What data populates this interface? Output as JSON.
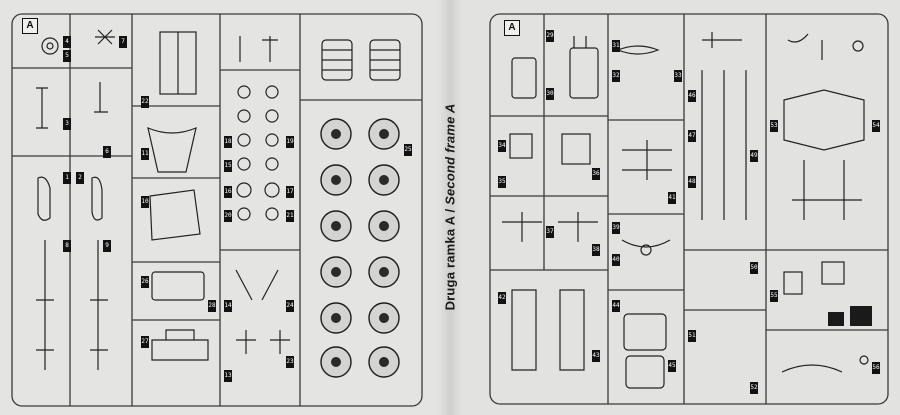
{
  "caption": {
    "polish": "Druga ramka A",
    "separator": " / ",
    "english": "Second frame A"
  },
  "frames": {
    "left_letter": "A",
    "right_letter": "A"
  },
  "part_numbers_left": [
    "4",
    "5",
    "7",
    "1",
    "2",
    "3",
    "6",
    "8",
    "9",
    "10",
    "11",
    "12",
    "13",
    "14",
    "15",
    "16",
    "17",
    "18",
    "19",
    "20",
    "21",
    "22",
    "23",
    "24",
    "25",
    "26",
    "27",
    "28"
  ],
  "part_numbers_right": [
    "29",
    "30",
    "31",
    "32",
    "33",
    "34",
    "35",
    "36",
    "37",
    "38",
    "39",
    "40",
    "41",
    "42",
    "43",
    "44",
    "45",
    "46",
    "47",
    "48",
    "49",
    "50",
    "51",
    "52",
    "53",
    "54",
    "55",
    "56"
  ],
  "colors": {
    "plastic": "#e4e4e2",
    "sprue_line": "#3a3a3a",
    "label_bg": "#121212"
  }
}
